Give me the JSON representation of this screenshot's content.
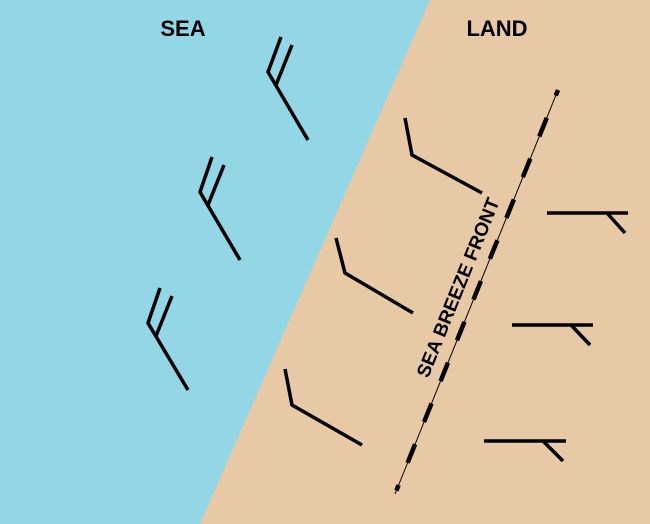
{
  "labels": {
    "sea": "SEA",
    "land": "LAND",
    "front": "SEA BREEZE FRONT"
  },
  "colors": {
    "sea": "#93d6e6",
    "land": "#e8c9a6",
    "ink": "#000000"
  }
}
